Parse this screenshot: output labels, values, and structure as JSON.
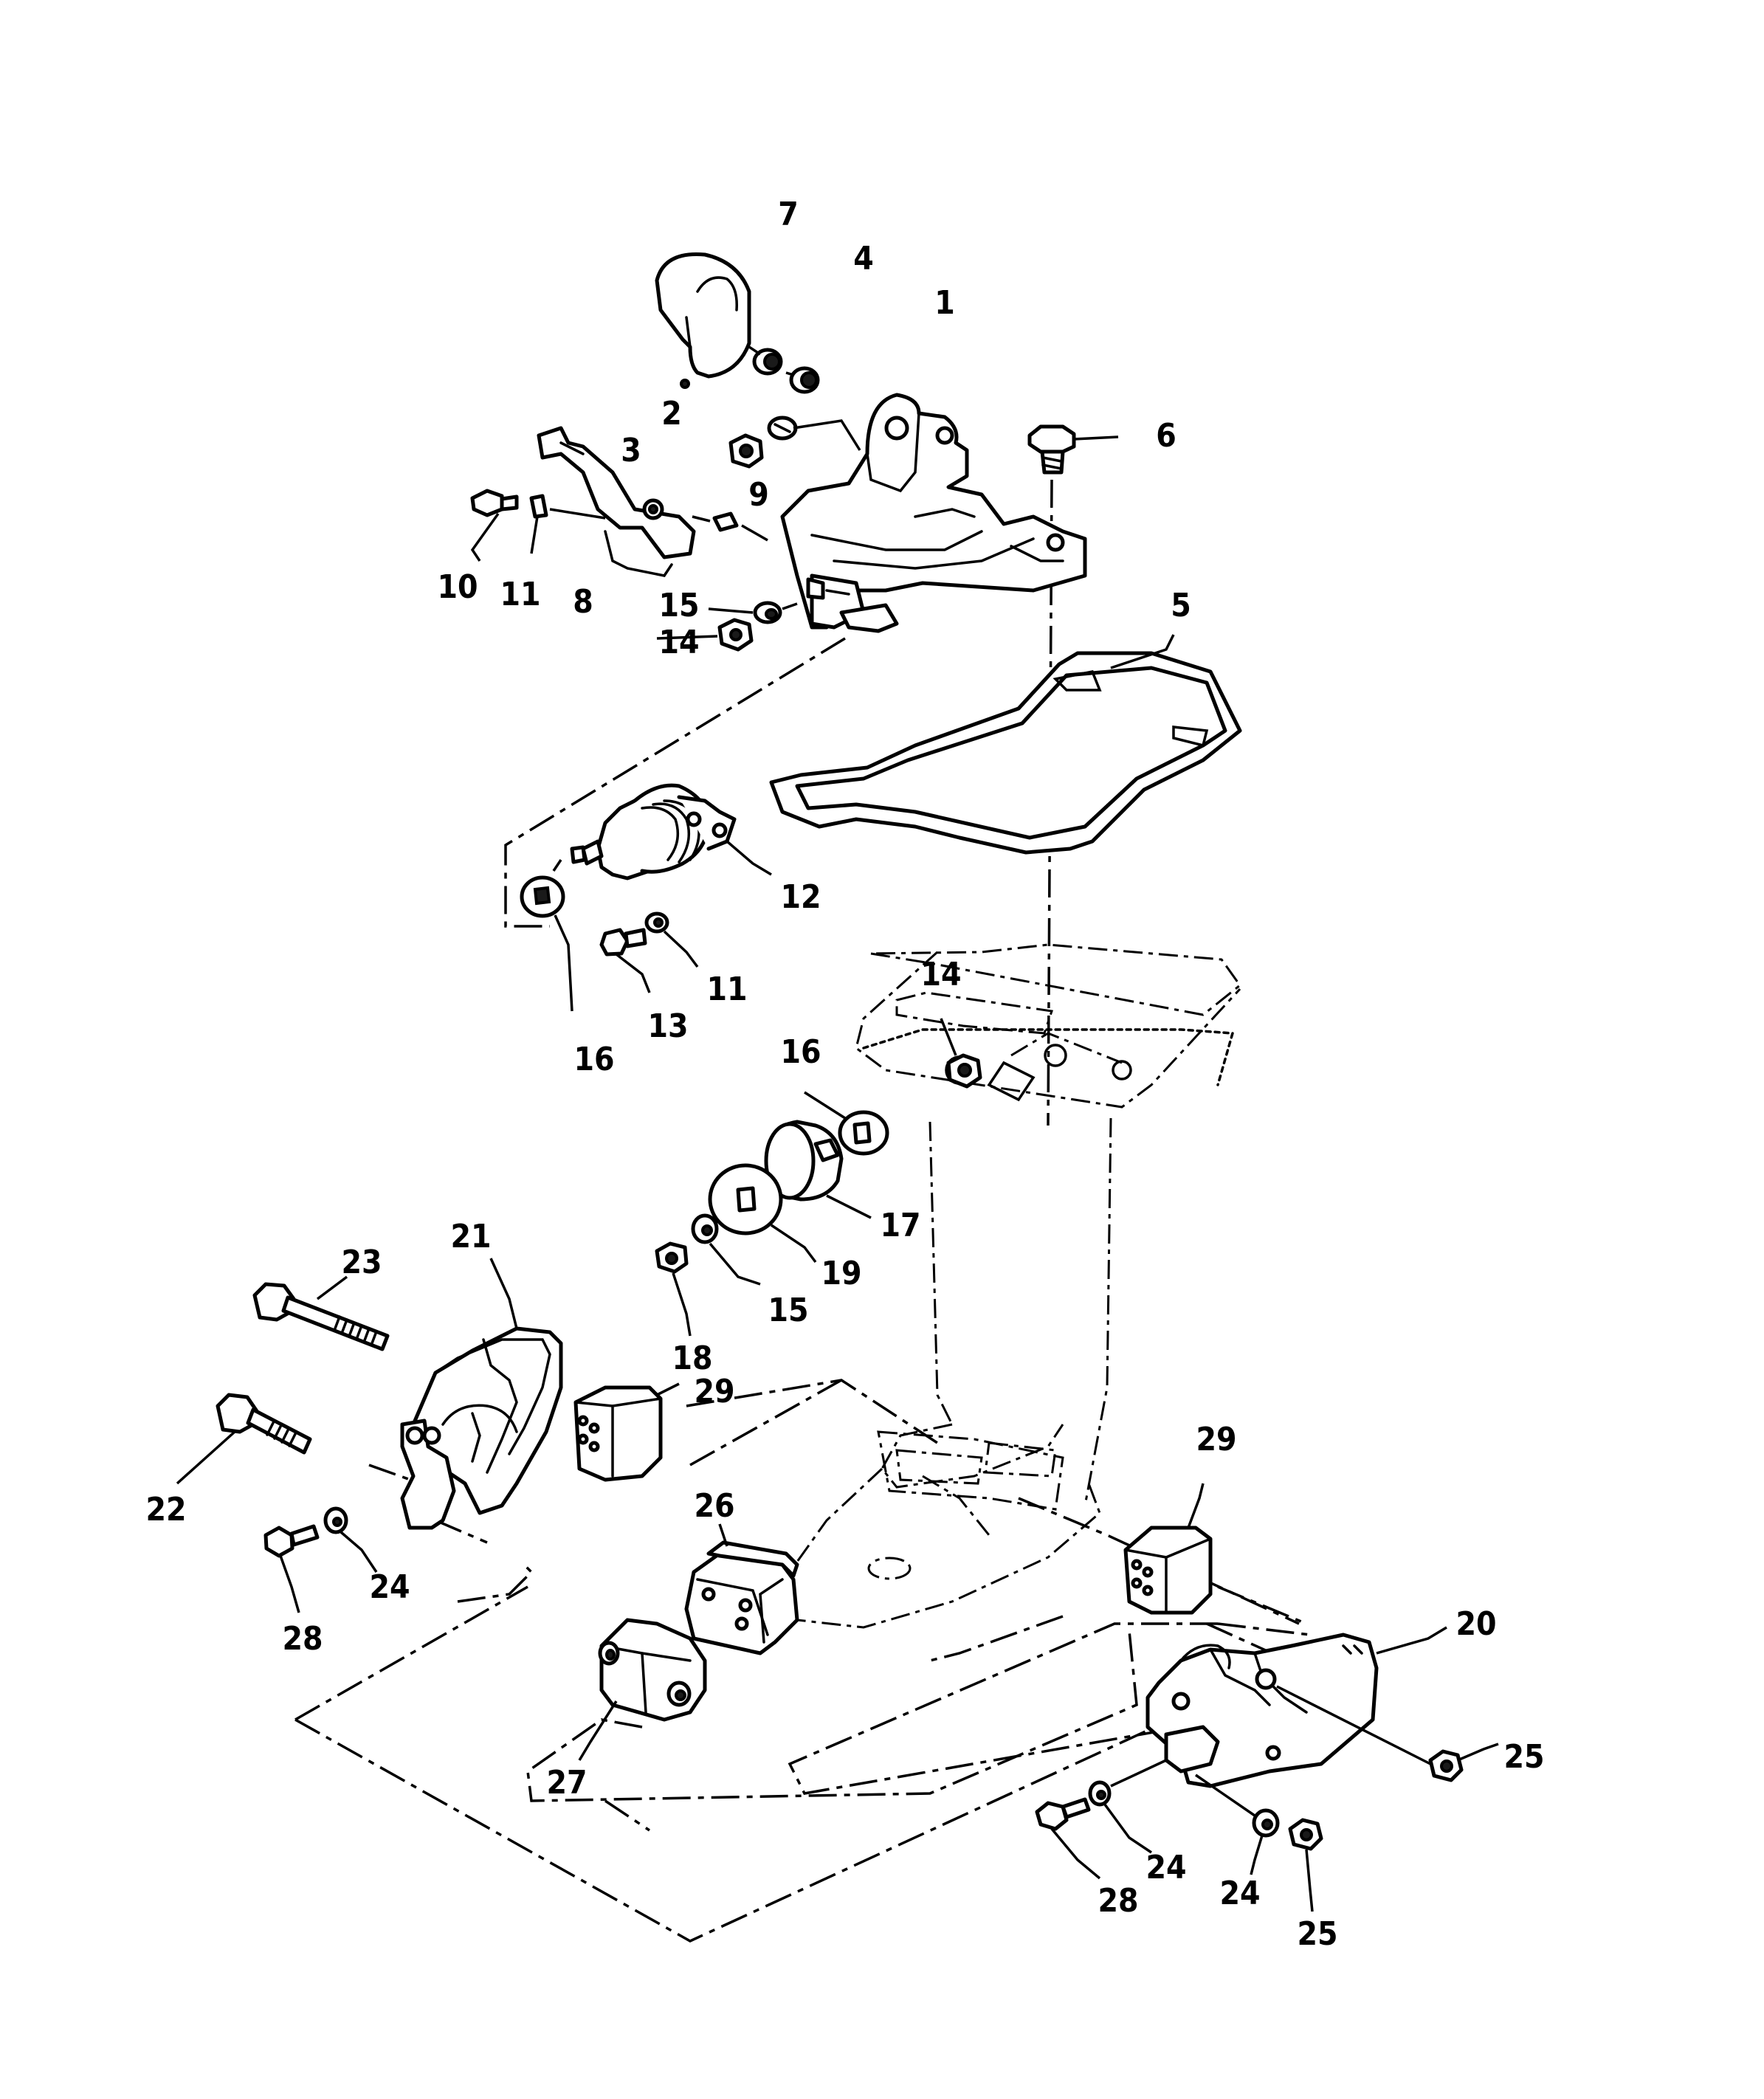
{
  "callouts": {
    "c1": "1",
    "c2": "2",
    "c3": "3",
    "c4": "4",
    "c5": "5",
    "c6": "6",
    "c7": "7",
    "c8": "8",
    "c9": "9",
    "c10": "10",
    "c11a": "11",
    "c11b": "11",
    "c12": "12",
    "c13": "13",
    "c14a": "14",
    "c14b": "14",
    "c15a": "15",
    "c15b": "15",
    "c16a": "16",
    "c16b": "16",
    "c17": "17",
    "c18": "18",
    "c19": "19",
    "c20": "20",
    "c21": "21",
    "c22": "22",
    "c23": "23",
    "c24a": "24",
    "c24b": "24",
    "c24c": "24",
    "c25a": "25",
    "c25b": "25",
    "c26": "26",
    "c27": "27",
    "c28a": "28",
    "c28b": "28",
    "c29a": "29",
    "c29b": "29"
  }
}
